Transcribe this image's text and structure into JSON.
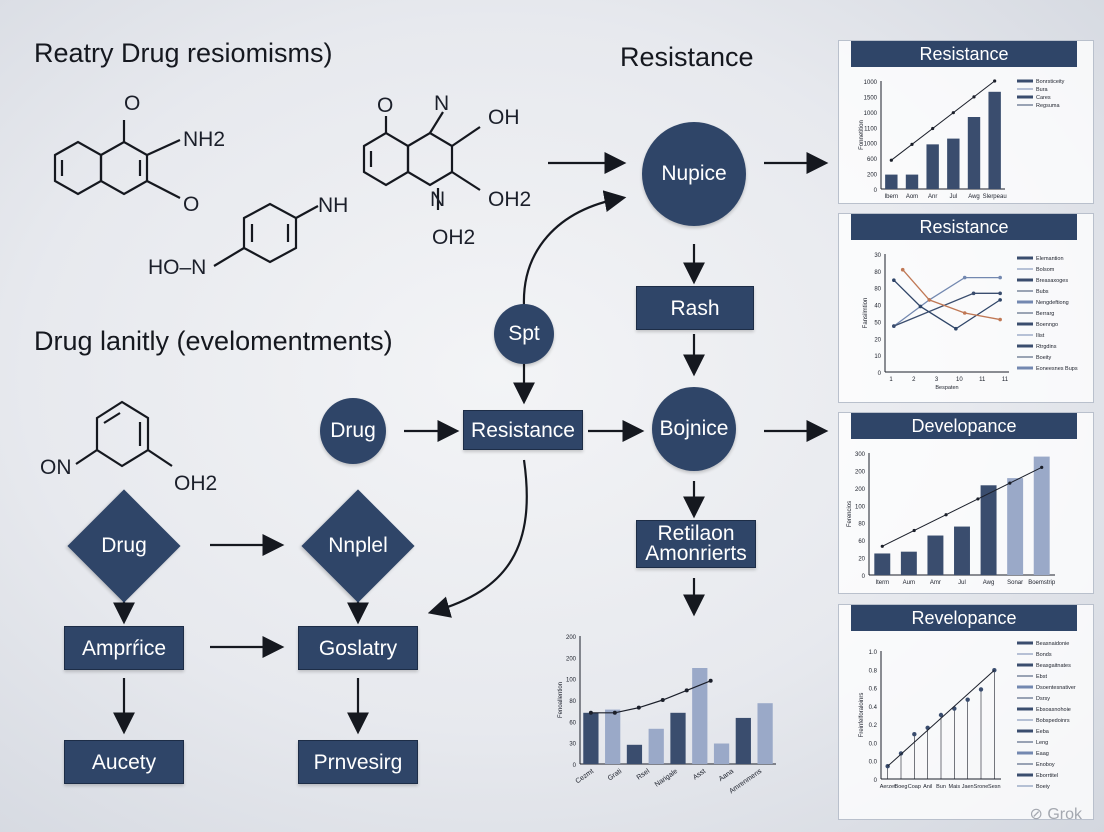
{
  "headings": {
    "top_left": "Reatry Drug resiomisms)",
    "top_center": "Resistance",
    "mid_left": "Drug lanitly (evelomentments)"
  },
  "molecules": {
    "m1": {
      "o1": "O",
      "nh2": "NH2",
      "o2": "O"
    },
    "m2": {
      "nh": "NH",
      "hon": "HO–N"
    },
    "m3": {
      "o": "O",
      "n": "N",
      "oh": "OH",
      "oh2a": "OH2",
      "n2": "N",
      "oh2b": "OH2"
    },
    "m4": {
      "on": "ON",
      "oh2": "OH2"
    }
  },
  "flow": {
    "nupice": "Nupice",
    "rash": "Rash",
    "spt": "Spt",
    "drug_circle": "Drug",
    "resistance_box": "Resistance",
    "bojnice": "Bojnice",
    "retilaon_line1": "Retilaon",
    "retilaon_line2": "Amonrierts",
    "drug_diamond": "Drug",
    "nnplel": "Nnplel",
    "amprnice": "Amprŕice",
    "goslatry": "Goslatry",
    "aucety": "Aucety",
    "prnvesirg": "Prnvesirg"
  },
  "panels": {
    "p1": {
      "title": "Resistance"
    },
    "p2": {
      "title": "Resistance"
    },
    "p3": {
      "title": "Developance"
    },
    "p4": {
      "title": "Revelopance"
    }
  },
  "colors": {
    "node": "#2f4568",
    "bar_dark": "#3a4d6e",
    "bar_light": "#9aa9c8",
    "bar_mid": "#7388b0",
    "line": "#1b1f2a",
    "orange": "#c07855"
  },
  "chart_data": [
    {
      "id": "p1",
      "type": "bar",
      "yticks": [
        "1000",
        "1500",
        "1000",
        "1100",
        "1000",
        "600",
        "200",
        "0"
      ],
      "ylabel": "Fonnetition",
      "categories": [
        "Ibern",
        "Aom",
        "Anr",
        "Jul",
        "Awg",
        "Slerpeau"
      ],
      "values": [
        200,
        200,
        620,
        700,
        1000,
        1350
      ],
      "line_values": [
        400,
        1500
      ],
      "legend": [
        "Bonrsticeity",
        "Bura",
        "Cares",
        "Regsuma"
      ]
    },
    {
      "id": "p2",
      "type": "line",
      "yticks": [
        "30",
        "80",
        "80",
        "40",
        "50",
        "20",
        "10",
        "0"
      ],
      "ylabel": "Fansilmtion",
      "xticks": [
        "1",
        "2",
        "3",
        "10",
        "11",
        "11"
      ],
      "xlabel": "Bespaten",
      "series": [
        {
          "values": [
            [
              1,
              35
            ],
            [
              5,
              55
            ],
            [
              9,
              72
            ],
            [
              13,
              72
            ]
          ]
        },
        {
          "values": [
            [
              1,
              35
            ],
            [
              10,
              60
            ],
            [
              13,
              60
            ]
          ]
        },
        {
          "values": [
            [
              1,
              70
            ],
            [
              4,
              50
            ],
            [
              8,
              33
            ],
            [
              13,
              55
            ]
          ]
        },
        {
          "values": [
            [
              2,
              78
            ],
            [
              5,
              55
            ],
            [
              9,
              45
            ],
            [
              13,
              40
            ]
          ]
        }
      ],
      "legend": [
        "Elemantion",
        "Bolsom",
        "Breasaxoges",
        "Bubs",
        "Nengdeftiong",
        "Berrarg",
        "Boenngo",
        "Ilist",
        "Rtrgdins",
        "Boeity",
        "Eoneesnes Bups"
      ]
    },
    {
      "id": "p3",
      "type": "bar",
      "yticks": [
        "300",
        "200",
        "200",
        "100",
        "80",
        "60",
        "20",
        "0"
      ],
      "ylabel": "Ferencios",
      "categories": [
        "Iterm",
        "Aum",
        "Amr",
        "Jul",
        "Awg",
        "Sonar",
        "Boemstrip"
      ],
      "values": [
        60,
        65,
        110,
        135,
        250,
        270,
        330
      ],
      "line_values": [
        80,
        300
      ],
      "legend": []
    },
    {
      "id": "p4",
      "type": "scatter",
      "yticks": [
        "1.0",
        "0.8",
        "0.6",
        "0.4",
        "0.2",
        "0.0",
        "0.0",
        "0"
      ],
      "ylabel": "Freinfelforaloinrs",
      "categories": [
        "Aerzet",
        "Boeg",
        "Coap",
        "Anil",
        "Bun",
        "Mais",
        "Jaen",
        "Srone",
        "Sesn"
      ],
      "values": [
        0.1,
        0.2,
        0.35,
        0.4,
        0.5,
        0.55,
        0.62,
        0.7,
        0.85
      ],
      "legend": [
        "Beasnaidonie",
        "Bonds",
        "Beasgaitnates",
        "Ebst",
        "Dsoentesnativer",
        "Dsrsy",
        "Ebsoasnohoie",
        "Bobspedoinrs",
        "Eeba",
        "Leng",
        "Eaag",
        "Enoboy",
        "Eborrtitel",
        "Boeiy"
      ]
    },
    {
      "id": "bottom",
      "type": "bar",
      "yticks": [
        "200",
        "200",
        "100",
        "80",
        "60",
        "30",
        "0"
      ],
      "ylabel": "Fenoallention",
      "categories": [
        "Cezmt",
        "Grati",
        "Rsel",
        "Narigale",
        "Asst",
        "Aana",
        "Amrenmens"
      ],
      "values": [
        80,
        85,
        30,
        55,
        80,
        150,
        32,
        72,
        95
      ],
      "line_values": [
        80,
        80,
        88,
        100,
        115,
        130
      ],
      "legend": []
    }
  ],
  "watermark": "Grok"
}
